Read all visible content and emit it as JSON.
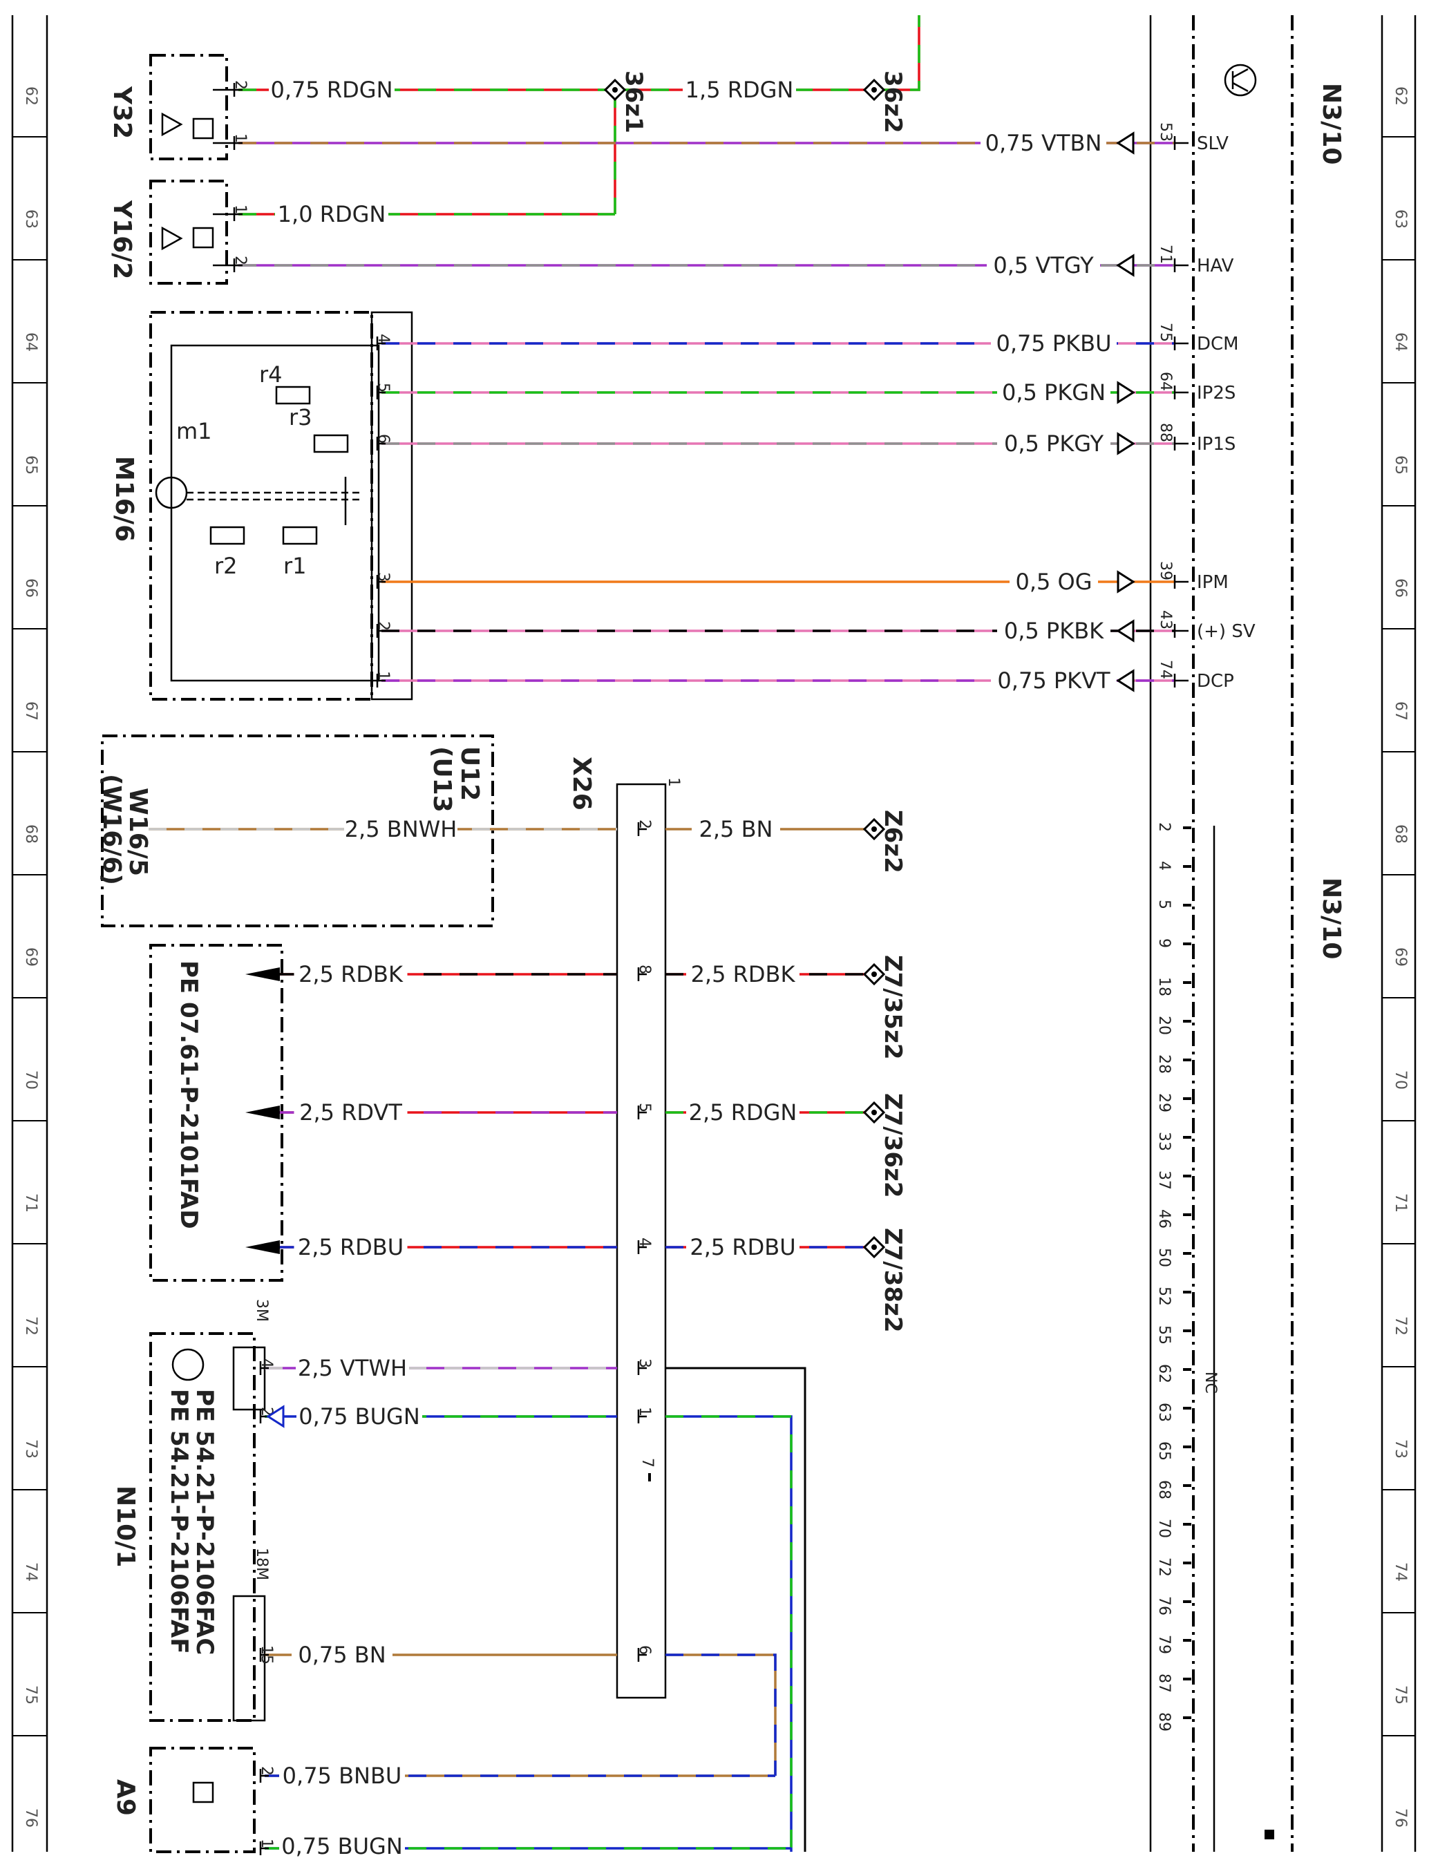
{
  "ruler": [
    "62",
    "63",
    "64",
    "65",
    "66",
    "67",
    "68",
    "69",
    "70",
    "71",
    "72",
    "73",
    "74",
    "75",
    "76"
  ],
  "ecu": {
    "label": "N3/10"
  },
  "nodes": {
    "n36z1": "36z1",
    "n36z2": "36z2",
    "z6z2": "Z6z2",
    "z7_35z2": "Z7/35z2",
    "z7_36z2": "Z7/36z2",
    "z7_38z2": "Z7/38z2"
  },
  "components": {
    "y32": "Y32",
    "y16_2": "Y16/2",
    "m16_6": "M16/6",
    "m1": "m1",
    "r1": "r1",
    "r2": "r2",
    "r3": "r3",
    "r4": "r4",
    "u12": "U12",
    "u13": "(U13)",
    "w16_5": "W16/5",
    "w16_6": "(W16/6)",
    "x26": "X26",
    "n10_1": "N10/1",
    "a9": "A9",
    "pe_07": "PE 07.61-P-2101FAD",
    "pe_54c": "PE 54.21-P-2106FAC",
    "pe_54f": "PE 54.21-P-2106FAF",
    "conn_3m": "3M",
    "conn_18m": "18M",
    "x26_pin1": "1"
  },
  "wires": {
    "w_y32_2": "0,75 RDGN",
    "w_36": "1,5 RDGN",
    "w_slv": "0,75 VTBN",
    "w_y16_1": "1,0 RDGN",
    "w_hav": "0,5 VTGY",
    "w_dcm": "0,75 PKBU",
    "w_ip2s": "0,5 PKGN",
    "w_ip1s": "0,5 PKGY",
    "w_ipm": "0,5 OG",
    "w_sv": "0,5 PKBK",
    "w_dcp": "0,75 PKVT",
    "w_w16": "2,5 BNWH",
    "w_x26_2": "2,5 BN",
    "w_pe1": "2,5 RDBK",
    "w_x26_8": "2,5 RDBK",
    "w_pe2": "2,5 RDVT",
    "w_x26_5": "2,5 RDGN",
    "w_pe3": "2,5 RDBU",
    "w_x26_4": "2,5 RDBU",
    "w_n10_4": "2,5 VTWH",
    "w_n10_2": "0,75 BUGN",
    "w_n10_15": "0,75 BN",
    "w_a9_2": "0,75 BNBU",
    "w_a9_1": "0,75 BUGN"
  },
  "pins": {
    "y32_a": "2",
    "y32_b": "1",
    "y16_a": "1",
    "y16_b": "2",
    "m_4": "4",
    "m_5": "5",
    "m_6": "6",
    "m_3": "3",
    "m_2": "2",
    "m_1": "1",
    "e_53": "53",
    "e_71": "71",
    "e_75": "75",
    "e_64": "64",
    "e_88": "88",
    "e_39": "39",
    "e_43": "43",
    "e_74": "74",
    "x_2": "2",
    "x_8": "8",
    "x_5": "5",
    "x_4": "4",
    "x_3": "3",
    "x_1": "1",
    "x_7": "7",
    "x_6": "6",
    "n_4": "4",
    "n_2": "2",
    "n_15": "15",
    "a_2": "2",
    "a_1": "1"
  },
  "signals": {
    "slv": "SLV",
    "hav": "HAV",
    "dcm": "DCM",
    "ip2s": "IP2S",
    "ip1s": "IP1S",
    "ipm": "IPM",
    "sv": "(+) SV",
    "dcp": "DCP"
  },
  "nc_pins": [
    "2",
    "4",
    "5",
    "9",
    "18",
    "20",
    "28",
    "29",
    "33",
    "37",
    "46",
    "50",
    "52",
    "55",
    "62",
    "63",
    "65",
    "68",
    "70",
    "72",
    "76",
    "79",
    "87",
    "89"
  ],
  "nc_label": "NC",
  "wire_colors": {
    "RD": "#e8141c",
    "GN": "#18c018",
    "VT": "#a032c8",
    "BN": "#b07a3a",
    "GY": "#909090",
    "PK": "#e676b4",
    "BU": "#1428c8",
    "OG": "#f07a1a",
    "BK": "#000000",
    "WH": "#c8c8c8"
  }
}
